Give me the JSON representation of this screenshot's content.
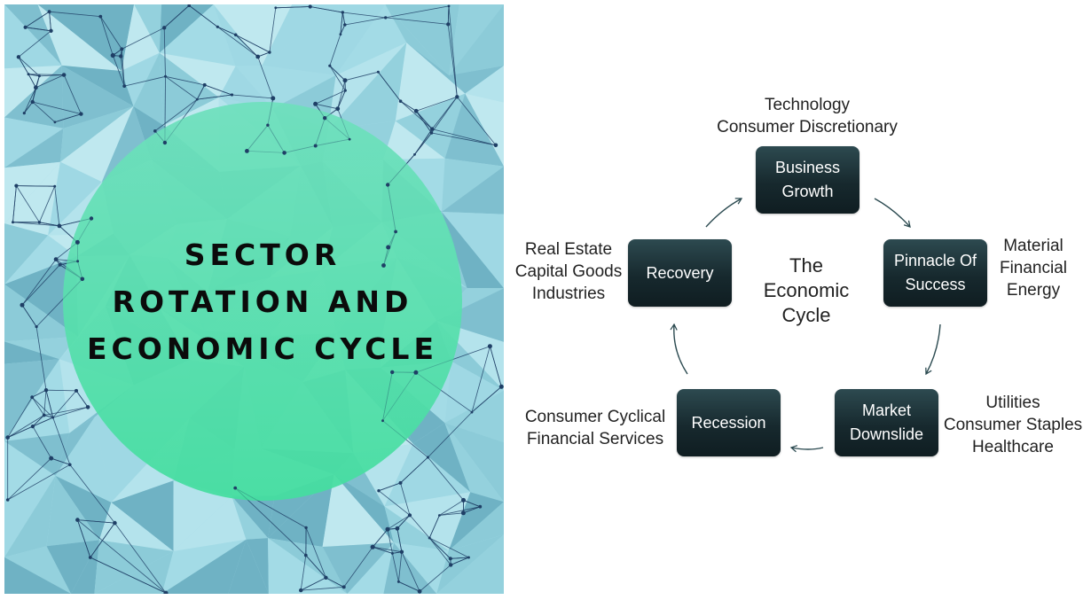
{
  "cover": {
    "title_lines": [
      "SECTOR",
      "ROTATION AND",
      "ECONOMIC CYCLE"
    ],
    "colors": {
      "background": "#a9dde8",
      "circle_light": "#6fe0bd",
      "circle_dark": "#44de9f",
      "network": "#1f3f66"
    }
  },
  "diagram": {
    "center_label": "The\nEconomic\nCycle",
    "stages": [
      {
        "label": "Business\nGrowth",
        "sectors": "Technology\nConsumer Discretionary"
      },
      {
        "label": "Pinnacle Of\nSuccess",
        "sectors": "Material\nFinancial\nEnergy"
      },
      {
        "label": "Market\nDownslide",
        "sectors": "Utilities\nConsumer Staples\nHealthcare"
      },
      {
        "label": "Recession",
        "sectors": "Consumer Cyclical\nFinancial Services"
      },
      {
        "label": "Recovery",
        "sectors": "Real Estate\nCapital Goods\nIndustries"
      }
    ],
    "colors": {
      "stage_fill": "#17292e",
      "arrow": "#2b4a50",
      "text": "#222222"
    }
  }
}
